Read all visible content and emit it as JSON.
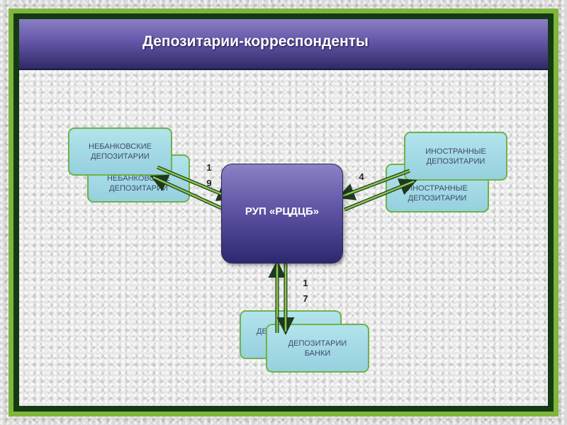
{
  "title": "Депозитарии-корреспонденты",
  "center": "РУП «РЦДЦБ»",
  "nodes": {
    "nonbank_back": [
      "НЕБАНКОВСКИЕ",
      "ДЕПОЗИТАРИИ"
    ],
    "nonbank_front": [
      "НЕБАНКОВСКИЕ",
      "ДЕПОЗИТАРИИ"
    ],
    "foreign_back": [
      "ИНОСТРАННЫЕ",
      "ДЕПОЗИТАРИИ"
    ],
    "foreign_front": [
      "ИНОСТРАННЫЕ",
      "ДЕПОЗИТАРИИ"
    ],
    "banks_back": [
      "ДЕ"
    ],
    "banks_front": [
      "ДЕПОЗИТАРИИ",
      "БАНКИ"
    ]
  },
  "counts": {
    "nonbank": [
      "1",
      "9"
    ],
    "foreign": [
      "4"
    ],
    "banks": [
      "1",
      "7"
    ]
  },
  "colors": {
    "frame": "#7fb63a",
    "header": "#6456a8",
    "box_fill": "#a6dce8",
    "box_border": "#6fb24a",
    "arrow": "#7fb63a"
  }
}
